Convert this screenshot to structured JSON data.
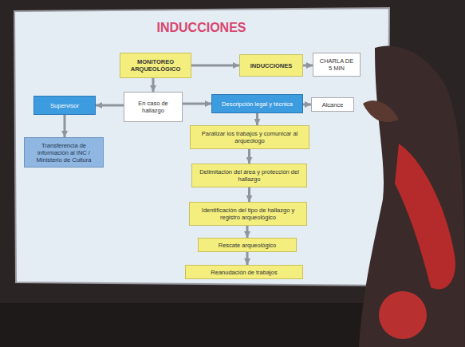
{
  "diagram": {
    "title": "INDUCCIONES",
    "nodes": [
      {
        "text": [
          "MONITOREO ARQUEOLÓGICO"
        ]
      },
      {
        "text": [
          "INDUCCIONES"
        ]
      },
      {
        "text": [
          "CHARLA DE 5 MIN"
        ]
      },
      {
        "text": [
          "Supervisor"
        ]
      },
      {
        "text": [
          "En caso de hallazgo"
        ]
      },
      {
        "text": [
          "Descripción legal y técnica"
        ]
      },
      {
        "text": [
          "Alcance"
        ]
      },
      {
        "text": [
          "Transferencia de información al INC / Ministerio de Cultura"
        ]
      },
      {
        "text": [
          "Paralizar los trabajos y comunicar al arqueólogo"
        ]
      },
      {
        "text": [
          "Delimitación del área y protección del hallazgo"
        ]
      },
      {
        "text": [
          "Identificación del tipo de hallazgo y registro arqueológico"
        ]
      },
      {
        "text": [
          "Rescate arqueológico"
        ]
      },
      {
        "text": [
          "Reanudación de trabajos"
        ]
      }
    ],
    "edges": [
      {
        "from": 0,
        "to": 1,
        "arrow": "to"
      },
      {
        "from": 1,
        "to": 2,
        "arrow": "to"
      },
      {
        "from": 0,
        "to": 4,
        "arrow": "to"
      },
      {
        "from": 4,
        "to": 3,
        "arrow": "to"
      },
      {
        "from": 4,
        "to": 5,
        "arrow": "to"
      },
      {
        "from": 3,
        "to": 7,
        "arrow": "to"
      },
      {
        "from": 5,
        "to": 6,
        "arrow": "to"
      },
      {
        "from": 5,
        "to": 8,
        "arrow": "to"
      },
      {
        "from": 8,
        "to": 9,
        "arrow": "to"
      },
      {
        "from": 9,
        "to": 10,
        "arrow": "to"
      },
      {
        "from": 10,
        "to": 11,
        "arrow": "to"
      },
      {
        "from": 11,
        "to": 12,
        "arrow": "to"
      }
    ]
  }
}
